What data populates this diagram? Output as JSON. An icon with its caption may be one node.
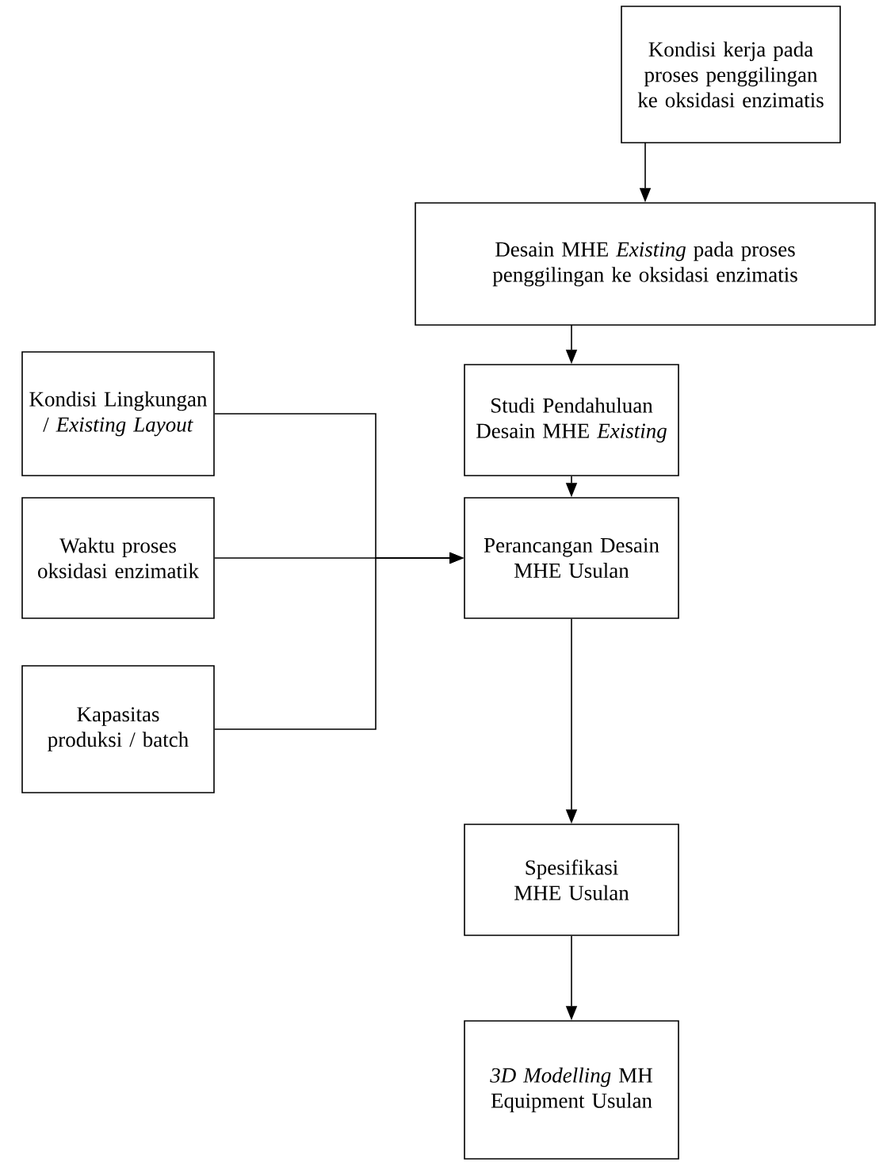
{
  "diagram": {
    "nodes": [
      {
        "text": [
          "Kondisi kerja pada proses penggilingan ke oksidasi enzimatis"
        ]
      },
      {
        "text": [
          "Desain MHE *Existing* pada proses penggilingan ke oksidasi enzimatis"
        ]
      },
      {
        "text": [
          "Studi Pendahuluan Desain MHE *Existing*"
        ]
      },
      {
        "text": [
          "Kondisi Lingkungan / *Existing Layout*"
        ]
      },
      {
        "text": [
          "Waktu proses oksidasi enzimatik"
        ]
      },
      {
        "text": [
          "Kapasitas produksi / batch"
        ]
      },
      {
        "text": [
          "Perancangan Desain MHE Usulan"
        ]
      },
      {
        "text": [
          "Spesifikasi MHE Usulan"
        ]
      },
      {
        "text": [
          "*3D Modelling* MH Equipment Usulan"
        ]
      }
    ],
    "edges": [
      {
        "from": 0,
        "to": 1,
        "arrow": "to"
      },
      {
        "from": 1,
        "to": 2,
        "arrow": "to"
      },
      {
        "from": 2,
        "to": 6,
        "arrow": "to"
      },
      {
        "from": 3,
        "to": 6,
        "arrow": "to"
      },
      {
        "from": 4,
        "to": 6,
        "arrow": "to"
      },
      {
        "from": 5,
        "to": 6,
        "arrow": "to"
      },
      {
        "from": 6,
        "to": 7,
        "arrow": "to"
      },
      {
        "from": 7,
        "to": 8,
        "arrow": "to"
      }
    ]
  }
}
